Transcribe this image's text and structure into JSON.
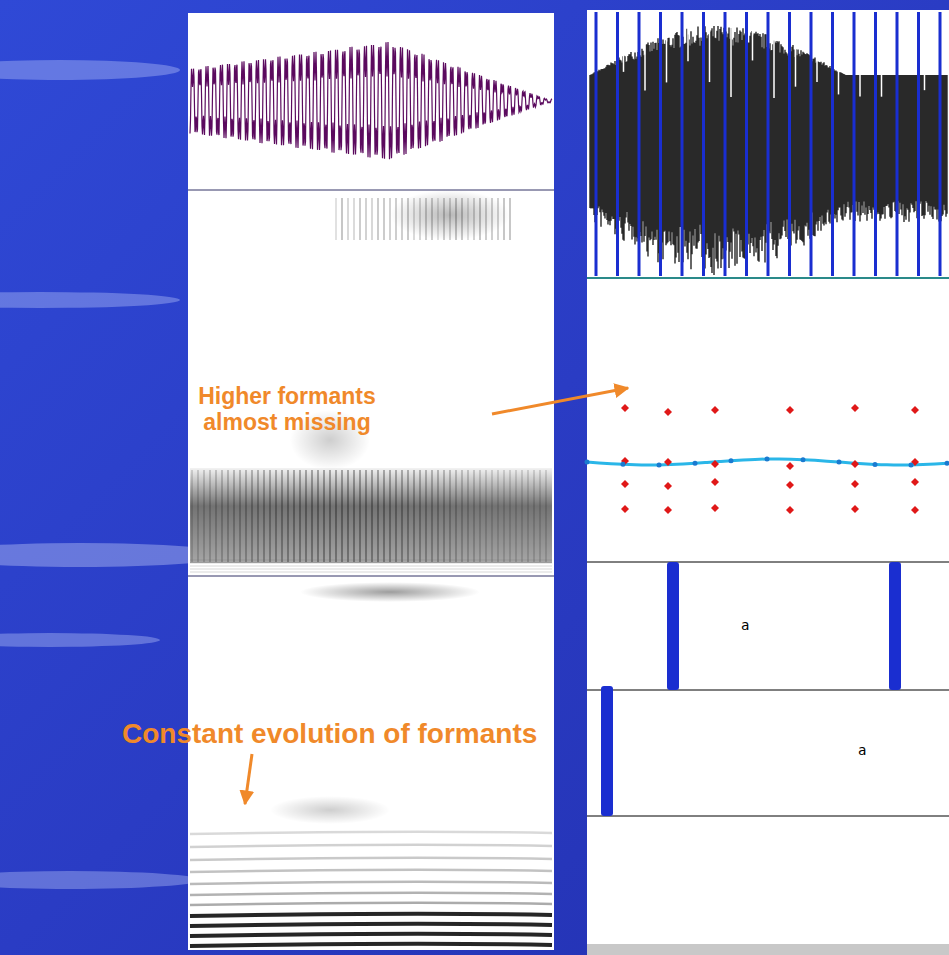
{
  "diagram": {
    "labels": [
      "Higher formants almost missing",
      "Constant evolution of formants",
      "a",
      "a"
    ]
  }
}
